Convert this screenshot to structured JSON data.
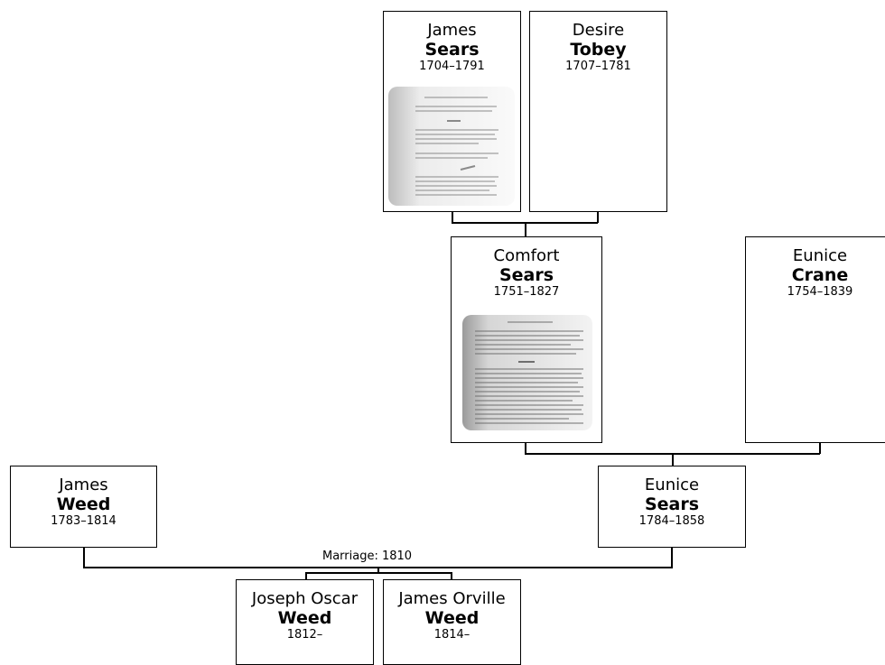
{
  "people": {
    "james_sears": {
      "given": "James",
      "surname": "Sears",
      "dates": "1704–1791"
    },
    "desire_tobey": {
      "given": "Desire",
      "surname": "Tobey",
      "dates": "1707–1781"
    },
    "comfort_sears": {
      "given": "Comfort",
      "surname": "Sears",
      "dates": "1751–1827"
    },
    "eunice_crane": {
      "given": "Eunice",
      "surname": "Crane",
      "dates": "1754–1839"
    },
    "james_weed": {
      "given": "James",
      "surname": "Weed",
      "dates": "1783–1814"
    },
    "eunice_sears": {
      "given": "Eunice",
      "surname": "Sears",
      "dates": "1784–1858"
    },
    "joseph_oscar_weed": {
      "given": "Joseph Oscar",
      "surname": "Weed",
      "dates": "1812–"
    },
    "james_orville_weed": {
      "given": "James Orville",
      "surname": "Weed",
      "dates": "1814–"
    }
  },
  "marriage": {
    "label": "Marriage: 1810"
  }
}
